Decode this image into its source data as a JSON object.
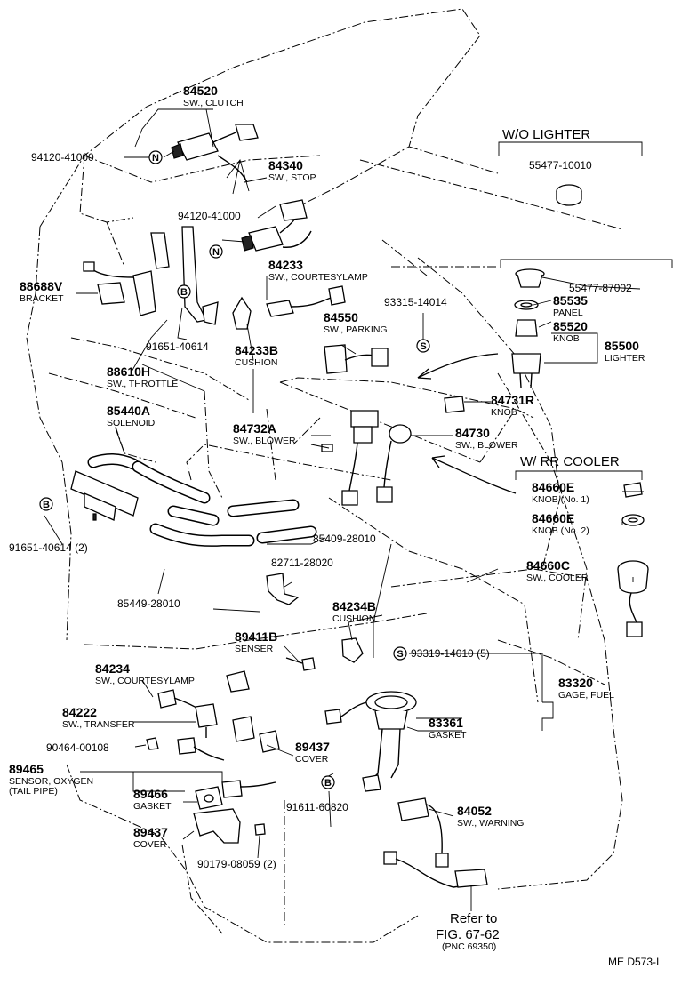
{
  "sections": {
    "wo_lighter": "W/O LIGHTER",
    "w_rr_cooler": "W/ RR COOLER"
  },
  "markers": {
    "n": "N",
    "b": "B",
    "s": "S"
  },
  "parts": [
    {
      "id": "p84520",
      "number": "84520",
      "desc": "SW., CLUTCH"
    },
    {
      "id": "p94120a",
      "number": "94120-41000",
      "desc": ""
    },
    {
      "id": "p84340",
      "number": "84340",
      "desc": "SW., STOP"
    },
    {
      "id": "p94120b",
      "number": "94120-41000",
      "desc": ""
    },
    {
      "id": "p55477a",
      "number": "55477-10010",
      "desc": ""
    },
    {
      "id": "p88688v",
      "number": "88688V",
      "desc": "BRACKET"
    },
    {
      "id": "p84233",
      "number": "84233",
      "desc": "SW., COURTESYLAMP"
    },
    {
      "id": "p93315",
      "number": "93315-14014",
      "desc": ""
    },
    {
      "id": "p55477b",
      "number": "55477-87002",
      "desc": ""
    },
    {
      "id": "p85535",
      "number": "85535",
      "desc": "PANEL"
    },
    {
      "id": "p85520",
      "number": "85520",
      "desc": "KNOB"
    },
    {
      "id": "p85500",
      "number": "85500",
      "desc": "LIGHTER"
    },
    {
      "id": "p84550",
      "number": "84550",
      "desc": "SW., PARKING"
    },
    {
      "id": "p91651a",
      "number": "91651-40614",
      "desc": ""
    },
    {
      "id": "p84233b",
      "number": "84233B",
      "desc": "CUSHION"
    },
    {
      "id": "p88610h",
      "number": "88610H",
      "desc": "SW., THROTTLE"
    },
    {
      "id": "p85440a",
      "number": "85440A",
      "desc": "SOLENOID"
    },
    {
      "id": "p84731r",
      "number": "84731R",
      "desc": "KNOB"
    },
    {
      "id": "p84732a",
      "number": "84732A",
      "desc": "SW., BLOWER"
    },
    {
      "id": "p84730",
      "number": "84730",
      "desc": "SW., BLOWER"
    },
    {
      "id": "p84660e1",
      "number": "84660E",
      "desc": "KNOB (No. 1)"
    },
    {
      "id": "p84660e2",
      "number": "84660E",
      "desc": "KNOB (No. 2)"
    },
    {
      "id": "p91651b",
      "number": "91651-40614 (2)",
      "desc": ""
    },
    {
      "id": "p85409",
      "number": "85409-28010",
      "desc": ""
    },
    {
      "id": "p84660c",
      "number": "84660C",
      "desc": "SW., COOLER"
    },
    {
      "id": "p82711",
      "number": "82711-28020",
      "desc": ""
    },
    {
      "id": "p85449",
      "number": "85449-28010",
      "desc": ""
    },
    {
      "id": "p84234b",
      "number": "84234B",
      "desc": "CUSHION"
    },
    {
      "id": "p89411b",
      "number": "89411B",
      "desc": "SENSER"
    },
    {
      "id": "p93319",
      "number": "93319-14010 (5)",
      "desc": ""
    },
    {
      "id": "p84234",
      "number": "84234",
      "desc": "SW., COURTESYLAMP"
    },
    {
      "id": "p83320",
      "number": "83320",
      "desc": "GAGE, FUEL"
    },
    {
      "id": "p84222",
      "number": "84222",
      "desc": "SW., TRANSFER"
    },
    {
      "id": "p83361",
      "number": "83361",
      "desc": "GASKET"
    },
    {
      "id": "p90464",
      "number": "90464-00108",
      "desc": ""
    },
    {
      "id": "p89437a",
      "number": "89437",
      "desc": "COVER"
    },
    {
      "id": "p89465",
      "number": "89465",
      "desc": "SENSOR, OXYGEN"
    },
    {
      "id": "p89466",
      "number": "89466",
      "desc": "GASKET"
    },
    {
      "id": "p91611",
      "number": "91611-60820",
      "desc": ""
    },
    {
      "id": "p84052",
      "number": "84052",
      "desc": "SW., WARNING"
    },
    {
      "id": "p89437b",
      "number": "89437",
      "desc": "COVER"
    },
    {
      "id": "p90179",
      "number": "90179-08059 (2)",
      "desc": ""
    }
  ],
  "extra": {
    "tail_pipe": "(TAIL PIPE)",
    "refer_to": "Refer to",
    "fig": "FIG. 67-62",
    "pnc": "(PNC 69350)",
    "code": "ME  D573-I"
  }
}
